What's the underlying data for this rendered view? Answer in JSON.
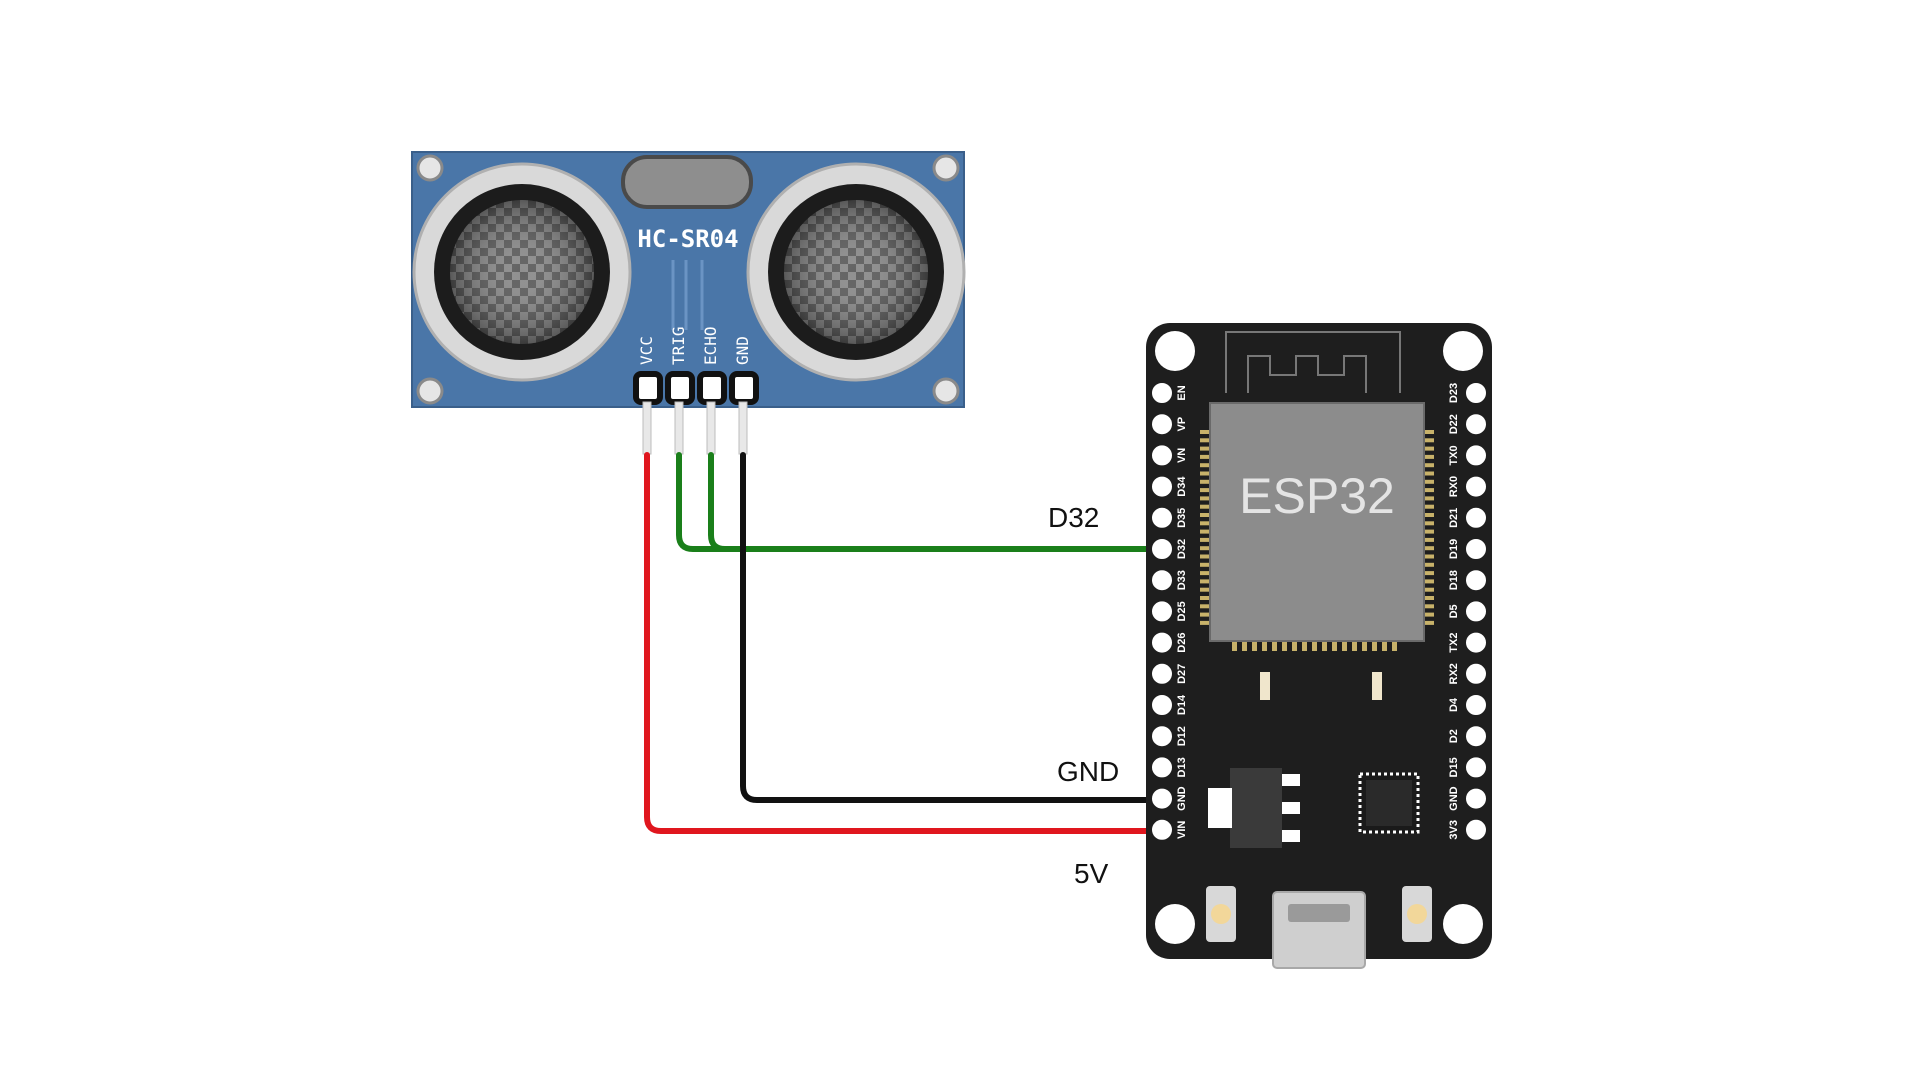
{
  "sensor": {
    "name": "HC-SR04",
    "pins": [
      "VCC",
      "TRIG",
      "ECHO",
      "GND"
    ]
  },
  "board": {
    "name": "ESP32",
    "left_pins": [
      "EN",
      "VP",
      "VN",
      "D34",
      "D35",
      "D32",
      "D33",
      "D25",
      "D26",
      "D27",
      "D14",
      "D12",
      "D13",
      "GND",
      "VIN"
    ],
    "right_pins": [
      "D23",
      "D22",
      "TX0",
      "RX0",
      "D21",
      "D19",
      "D18",
      "D5",
      "TX2",
      "RX2",
      "D4",
      "D2",
      "D15",
      "GND",
      "3V3"
    ]
  },
  "wires": [
    {
      "from": "TRIG",
      "to": "D32",
      "color": "#1a7f1a"
    },
    {
      "from": "ECHO",
      "to": "D32",
      "color": "#1a7f1a"
    },
    {
      "from": "GND",
      "to": "GND",
      "color": "#111111"
    },
    {
      "from": "VCC",
      "to": "VIN",
      "color": "#e0161e"
    }
  ],
  "labels": {
    "d32": "D32",
    "gnd": "GND",
    "v5": "5V"
  },
  "colors": {
    "sensor_board": "#4a76a8",
    "esp_board": "#1e1e1e",
    "chip": "#8c8c8c",
    "wire_green": "#1a7f1a",
    "wire_black": "#111111",
    "wire_red": "#e0161e"
  }
}
